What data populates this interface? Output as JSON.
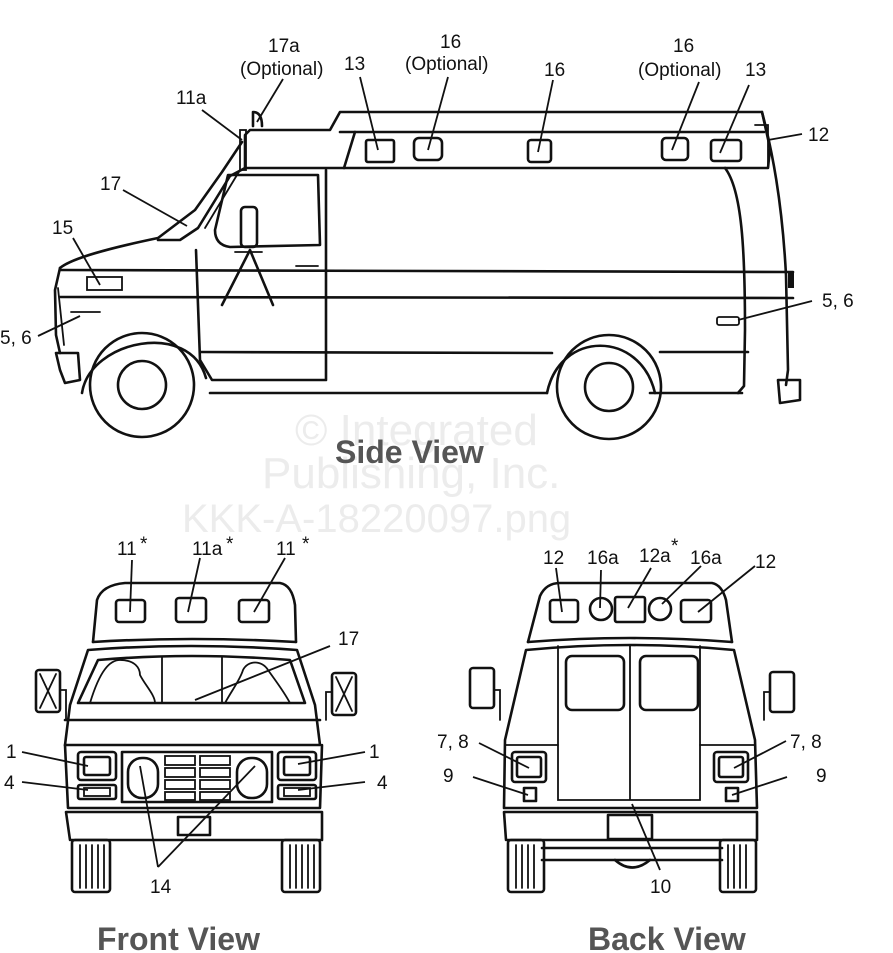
{
  "diagram": {
    "subject": "Ambulance lighting locations",
    "watermark": {
      "line1": "© Integrated",
      "line2": "Publishing, Inc.",
      "line3": "KKK-A-18220097.png"
    },
    "side_view": {
      "title": "Side View",
      "labels": {
        "l17a": "17a",
        "l17a_opt": "(Optional)",
        "l13_front": "13",
        "l16_opt1": "16",
        "l16_opt1_opt": "(Optional)",
        "l16_mid": "16",
        "l16_opt2": "16",
        "l16_opt2_opt": "(Optional)",
        "l13_rear": "13",
        "l12": "12",
        "l11a": "11a",
        "l17": "17",
        "l15": "15",
        "l56_front": "5, 6",
        "l56_rear": "5, 6"
      }
    },
    "front_view": {
      "title": "Front View",
      "labels": {
        "l11_left": "11",
        "l11a": "11a",
        "l11_right": "11",
        "star": "*",
        "l17": "17",
        "l1_left": "1",
        "l1_right": "1",
        "l4_left": "4",
        "l4_right": "4",
        "l14": "14"
      }
    },
    "back_view": {
      "title": "Back View",
      "labels": {
        "l12_left": "12",
        "l16a_left": "16a",
        "l12a": "12a",
        "star": "*",
        "l16a_right": "16a",
        "l12_right": "12",
        "l78_left": "7, 8",
        "l78_right": "7, 8",
        "l9_left": "9",
        "l9_right": "9",
        "l10": "10"
      }
    }
  }
}
